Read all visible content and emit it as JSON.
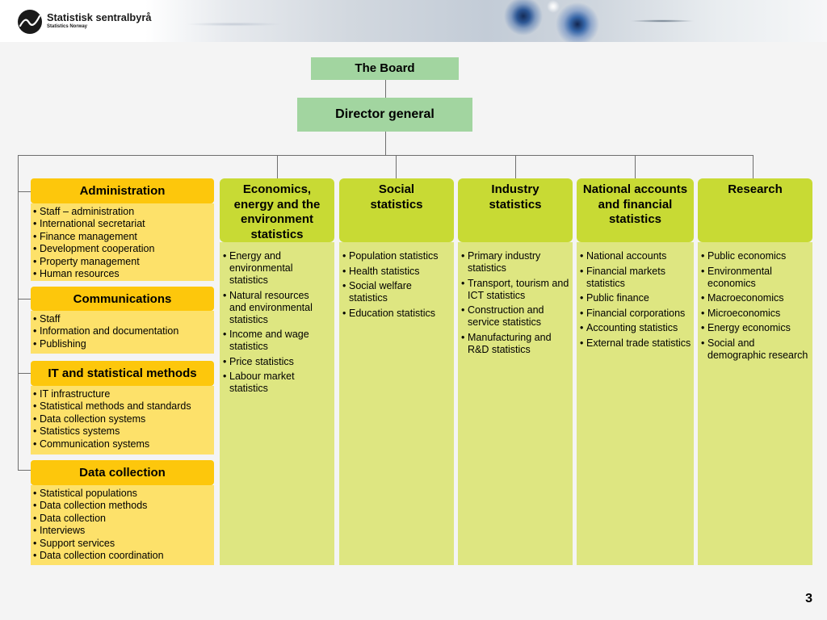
{
  "header": {
    "logo_title": "Statistisk sentralbyrå",
    "logo_subtitle": "Statistics Norway"
  },
  "icons": {
    "logo": "ssb-logo-icon"
  },
  "org": {
    "board": "The Board",
    "director": "Director general",
    "staff_units": [
      {
        "title": "Administration",
        "items": [
          "Staff – administration",
          "International secretariat",
          "Finance management",
          "Development cooperation",
          "Property management",
          "Human resources"
        ]
      },
      {
        "title": "Communications",
        "items": [
          "Staff",
          "Information and documentation",
          "Publishing"
        ]
      },
      {
        "title": "IT and statistical methods",
        "items": [
          "IT infrastructure",
          "Statistical methods and standards",
          "Data collection systems",
          "Statistics systems",
          "Communication systems"
        ]
      },
      {
        "title": "Data collection",
        "items": [
          "Statistical populations",
          "Data collection methods",
          "Data collection",
          "Interviews",
          "Support services",
          "Data collection coordination"
        ]
      }
    ],
    "departments": [
      {
        "title": "Economics, energy and the environment statistics",
        "items": [
          "Energy and environmental statistics",
          "Natural resources and environmental statistics",
          "Income and wage statistics",
          "Price statistics",
          "Labour market statistics"
        ]
      },
      {
        "title": "Social statistics",
        "items": [
          "Population statistics",
          "Health statistics",
          "Social welfare statistics",
          "Education statistics"
        ]
      },
      {
        "title": "Industry statistics",
        "items": [
          "Primary industry statistics",
          "Transport, tourism and ICT statistics",
          "Construction and service statistics",
          "Manufacturing and R&D statistics"
        ]
      },
      {
        "title": "National accounts and financial statistics",
        "items": [
          "National accounts",
          "Financial markets statistics",
          "Public finance",
          "Financial corporations",
          "Accounting statistics",
          "External trade statistics"
        ]
      },
      {
        "title": "Research",
        "items": [
          "Public economics",
          "Environmental economics",
          "Macroeconomics",
          "Microeconomics",
          "Energy economics",
          "Social and demographic research"
        ]
      }
    ]
  },
  "page_number": "3",
  "colors": {
    "background": "#f4f4f4",
    "board_green": "#a2d5a0",
    "staff_header": "#fdc70c",
    "staff_body": "#fde16a",
    "dept_header": "#c8da34",
    "dept_body": "#dee681",
    "connector": "#6e6e6e",
    "text": "#000000"
  }
}
